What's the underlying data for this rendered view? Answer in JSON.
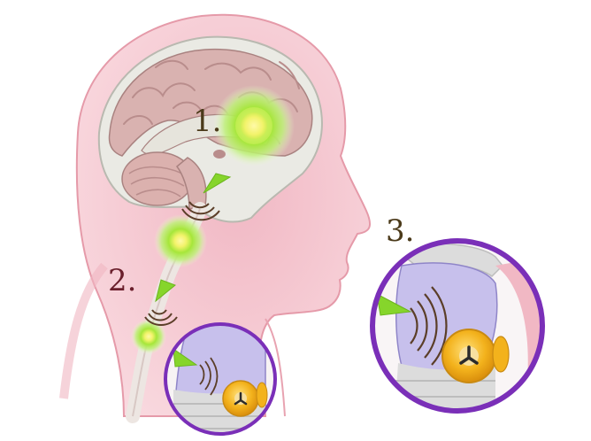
{
  "labels": {
    "step1": "1.",
    "step2": "2.",
    "step3": "3."
  },
  "colors": {
    "background": "#ffffff",
    "skin": "#f6c6cf",
    "skin_outline": "#e59aa9",
    "brain": "#d9b2b0",
    "brain_fold": "#b98d8c",
    "brain_cavity": "#eaeae4",
    "signal_green": "#9be030",
    "signal_core": "#f7f17a",
    "arrow_green": "#86d52b",
    "sound_wave": "#5b3e28",
    "lens_purple": "#7a2fb8",
    "trachea_lavender": "#c7c0ec",
    "cartilage_gray": "#dcdcdc",
    "implant_orange": "#f3b21c",
    "implant_core": "#2b2b2b",
    "label_step1": "#4b3a1a",
    "label_step2": "#6a1f2c",
    "label_step3": "#4b3a1a"
  },
  "icons": {
    "signal": "green-glow-signal-icon",
    "arrow": "green-arrow-icon",
    "waves": "sound-wave-icon",
    "implant": "orange-implant-icon",
    "zoom": "magnifier-circle-icon"
  }
}
